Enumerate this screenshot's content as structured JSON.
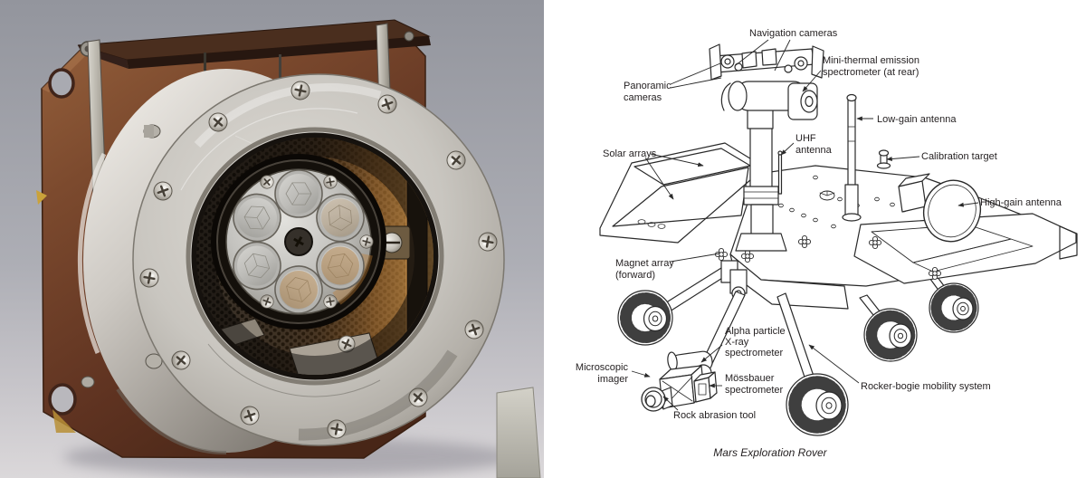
{
  "photo": {
    "colors": {
      "background_top": "#93959d",
      "background_bottom": "#dbd8da",
      "copper_plate": "#7c4a2e",
      "dark_mount_bar": "#33201a",
      "aluminum_flange": "#c9c6c0",
      "warm_interior": "#b5813f"
    }
  },
  "diagram": {
    "background": "#ffffff",
    "ink": "#231f20",
    "caption": "Mars Exploration Rover",
    "labels": {
      "navigation_cameras": "Navigation cameras",
      "mini_tes_line1": "Mini-thermal emission",
      "mini_tes_line2": "spectrometer (at rear)",
      "panoramic_line1": "Panoramic",
      "panoramic_line2": "cameras",
      "low_gain": "Low-gain antenna",
      "uhf_line1": "UHF",
      "uhf_line2": "antenna",
      "solar_arrays": "Solar arrays",
      "calibration_target": "Calibration target",
      "high_gain": "High-gain antenna",
      "magnet_line1": "Magnet array",
      "magnet_line2": "(forward)",
      "apxs_line1": "Alpha particle",
      "apxs_line2": "X-ray",
      "apxs_line3": "spectrometer",
      "microscopic_line1": "Microscopic",
      "microscopic_line2": "imager",
      "mossbauer_line1": "Mössbauer",
      "mossbauer_line2": "spectrometer",
      "rat": "Rock abrasion tool",
      "rocker_bogie": "Rocker-bogie mobility system"
    }
  }
}
